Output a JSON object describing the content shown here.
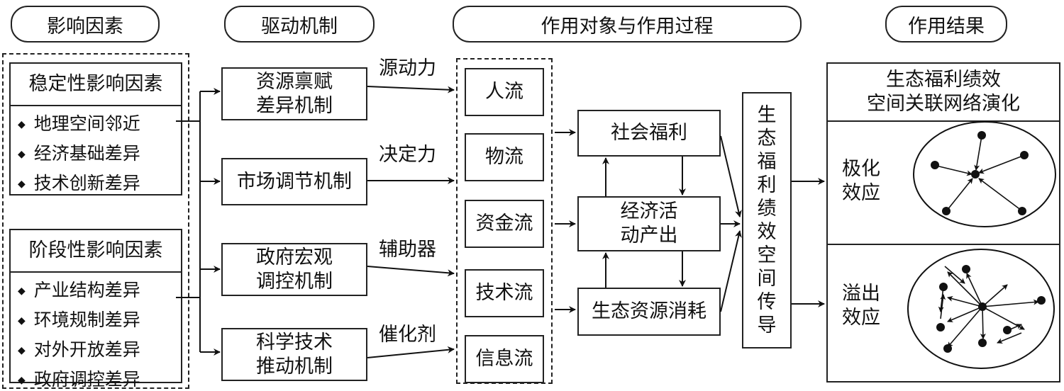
{
  "headers": {
    "h1": "影响因素",
    "h2": "驱动机制",
    "h3": "作用对象与作用过程",
    "h4": "作用结果"
  },
  "factors": {
    "stable": {
      "title": "稳定性影响因素",
      "items": [
        "地理空间邻近",
        "经济基础差异",
        "技术创新差异"
      ]
    },
    "stage": {
      "title": "阶段性影响因素",
      "items": [
        "产业结构差异",
        "环境规制差异",
        "对外开放差异",
        "政府调控差异"
      ]
    }
  },
  "mechanisms": {
    "m1": [
      "资源禀赋",
      "差异机制"
    ],
    "m2": "市场调节机制",
    "m3": [
      "政府宏观",
      "调控机制"
    ],
    "m4": [
      "科学技术",
      "推动机制"
    ]
  },
  "roles": {
    "r1": "源动力",
    "r2": "决定力",
    "r3": "辅助器",
    "r4": "催化剂"
  },
  "flows": {
    "f1": "人流",
    "f2": "物流",
    "f3": "资金流",
    "f4": "技术流",
    "f5": "信息流"
  },
  "process": {
    "p1": "社会福利",
    "p2": [
      "经济活",
      "动产出"
    ],
    "p3": "生态资源消耗"
  },
  "transmission": "生态福利绩效空间传导",
  "result": {
    "title": [
      "生态福利绩效",
      "空间关联网络演化"
    ],
    "polar": [
      "极化",
      "效应"
    ],
    "spill": [
      "溢出",
      "效应"
    ]
  }
}
